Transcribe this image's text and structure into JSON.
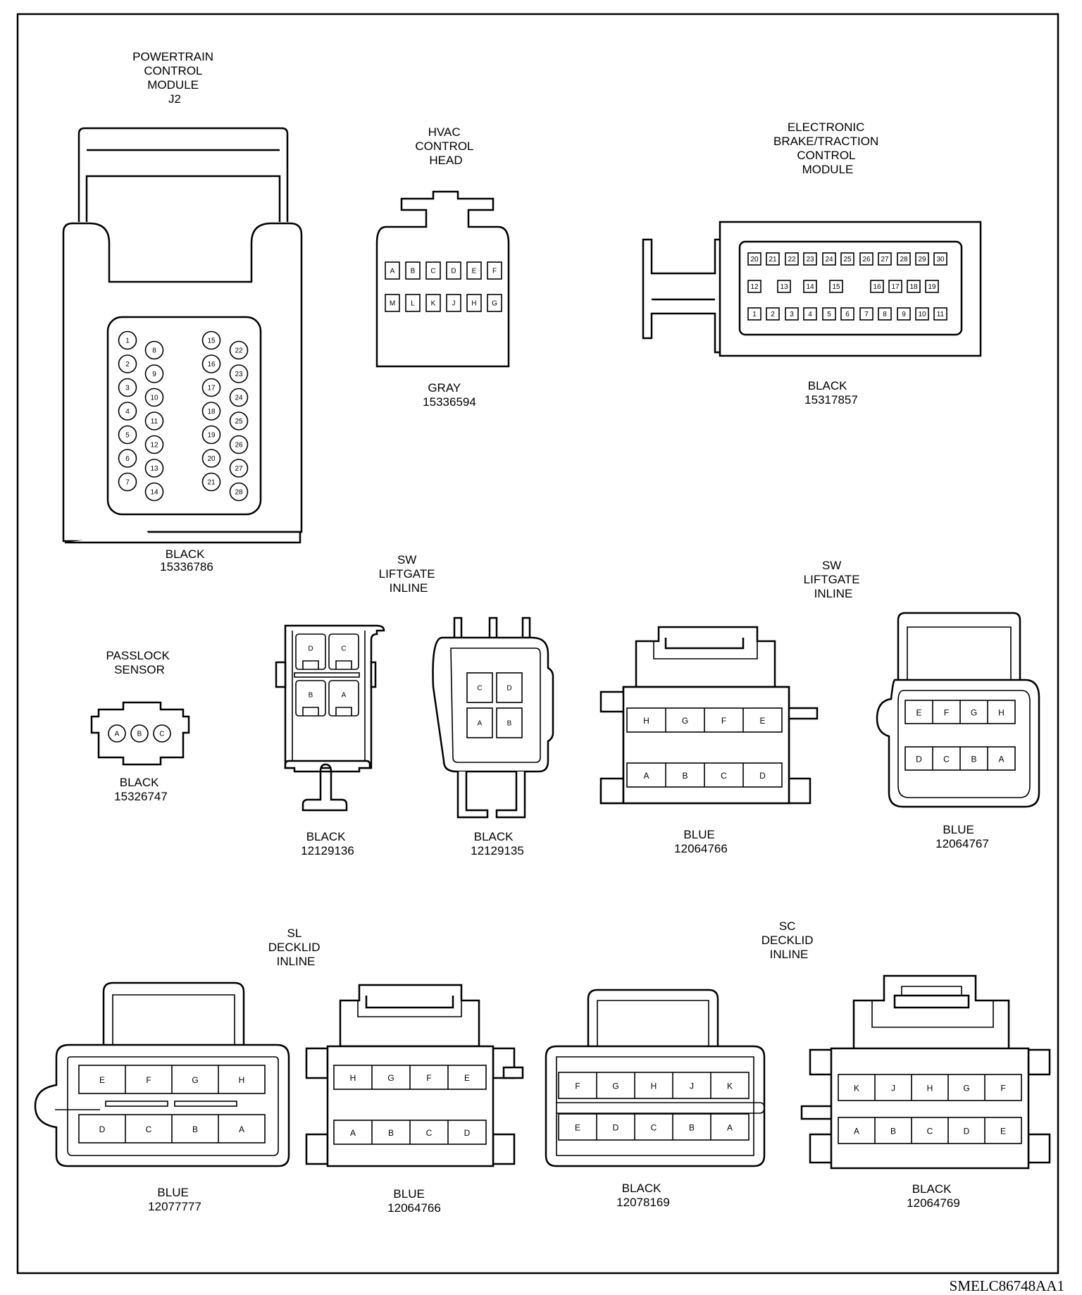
{
  "connectors": {
    "pcm_j2": {
      "title": [
        "POWERTRAIN",
        "CONTROL",
        "MODULE",
        "J2"
      ],
      "color": "BLACK",
      "part": "15336786",
      "cols": [
        [
          "1",
          "2",
          "3",
          "4",
          "5",
          "6",
          "7"
        ],
        [
          "8",
          "9",
          "10",
          "11",
          "12",
          "13",
          "14"
        ],
        [
          "15",
          "16",
          "17",
          "18",
          "19",
          "20",
          "21"
        ],
        [
          "22",
          "23",
          "24",
          "25",
          "26",
          "27",
          "28"
        ]
      ]
    },
    "hvac": {
      "title": [
        "HVAC",
        "CONTROL",
        "HEAD"
      ],
      "color": "GRAY",
      "part": "15336594",
      "rows": [
        [
          "A",
          "B",
          "C",
          "D",
          "E",
          "F"
        ],
        [
          "M",
          "L",
          "K",
          "J",
          "H",
          "G"
        ]
      ]
    },
    "ebtcm": {
      "title": [
        "ELECTRONIC",
        "BRAKE/TRACTION",
        "CONTROL",
        "MODULE"
      ],
      "color": "BLACK",
      "part": "15317857",
      "row1": [
        "20",
        "21",
        "22",
        "23",
        "24",
        "25",
        "26",
        "27",
        "28",
        "29",
        "30"
      ],
      "row2": [
        "12",
        "13",
        "14",
        "15",
        "16",
        "17",
        "18",
        "19"
      ],
      "row3": [
        "1",
        "2",
        "3",
        "4",
        "5",
        "6",
        "7",
        "8",
        "9",
        "10",
        "11"
      ]
    },
    "passlock": {
      "title": [
        "PASSLOCK",
        "SENSOR"
      ],
      "color": "BLACK",
      "part": "15326747",
      "pins": [
        "A",
        "B",
        "C"
      ]
    },
    "sw_liftgate_1": {
      "title": [
        "SW",
        "LIFTGATE",
        "INLINE"
      ],
      "left": {
        "color": "BLACK",
        "part": "12129136",
        "rows": [
          [
            "D",
            "C"
          ],
          [
            "B",
            "A"
          ]
        ]
      },
      "right": {
        "color": "BLACK",
        "part": "12129135",
        "rows": [
          [
            "C",
            "D"
          ],
          [
            "A",
            "B"
          ]
        ]
      }
    },
    "sw_liftgate_2": {
      "title": [
        "SW",
        "LIFTGATE",
        "INLINE"
      ],
      "left": {
        "color": "BLUE",
        "part": "12064766",
        "rows": [
          [
            "H",
            "G",
            "F",
            "E"
          ],
          [
            "A",
            "B",
            "C",
            "D"
          ]
        ]
      },
      "right": {
        "color": "BLUE",
        "part": "12064767",
        "rows": [
          [
            "E",
            "F",
            "G",
            "H"
          ],
          [
            "D",
            "C",
            "B",
            "A"
          ]
        ]
      }
    },
    "sl_decklid": {
      "title": [
        "SL",
        "DECKLID",
        "INLINE"
      ],
      "left": {
        "color": "BLUE",
        "part": "12077777",
        "rows": [
          [
            "E",
            "F",
            "G",
            "H"
          ],
          [
            "D",
            "C",
            "B",
            "A"
          ]
        ]
      },
      "right": {
        "color": "BLUE",
        "part": "12064766",
        "rows": [
          [
            "H",
            "G",
            "F",
            "E"
          ],
          [
            "A",
            "B",
            "C",
            "D"
          ]
        ]
      }
    },
    "sc_decklid": {
      "title": [
        "SC",
        "DECKLID",
        "INLINE"
      ],
      "left": {
        "color": "BLACK",
        "part": "12078169",
        "rows": [
          [
            "F",
            "G",
            "H",
            "J",
            "K"
          ],
          [
            "E",
            "D",
            "C",
            "B",
            "A"
          ]
        ]
      },
      "right": {
        "color": "BLACK",
        "part": "12064769",
        "rows": [
          [
            "K",
            "J",
            "H",
            "G",
            "F"
          ],
          [
            "A",
            "B",
            "C",
            "D",
            "E"
          ]
        ]
      }
    }
  },
  "figure_code": "SMELC86748AA1"
}
